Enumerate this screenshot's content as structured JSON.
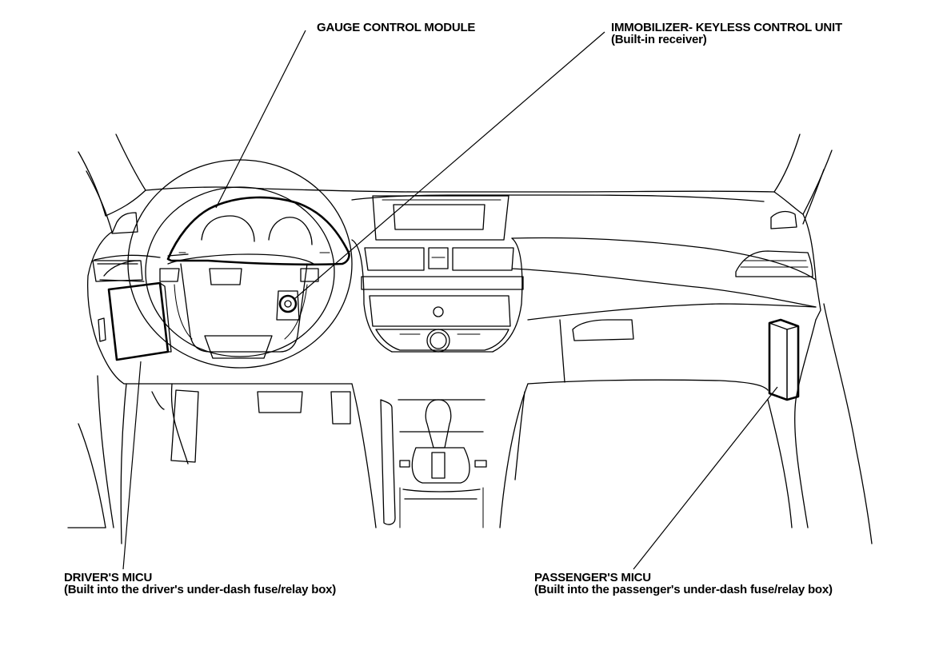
{
  "callouts": {
    "gauge": {
      "title": "GAUGE CONTROL MODULE"
    },
    "immobilizer": {
      "title": "IMMOBILIZER- KEYLESS CONTROL UNIT",
      "subtitle": "(Built-in receiver)"
    },
    "driver_micu": {
      "title": "DRIVER'S MICU",
      "subtitle": "(Built into the driver's under-dash fuse/relay box)"
    },
    "passenger_micu": {
      "title": "PASSENGER'S MICU",
      "subtitle": "(Built into the passenger's under-dash fuse/relay box)"
    }
  },
  "colors": {
    "line": "#000000",
    "background": "#ffffff"
  }
}
